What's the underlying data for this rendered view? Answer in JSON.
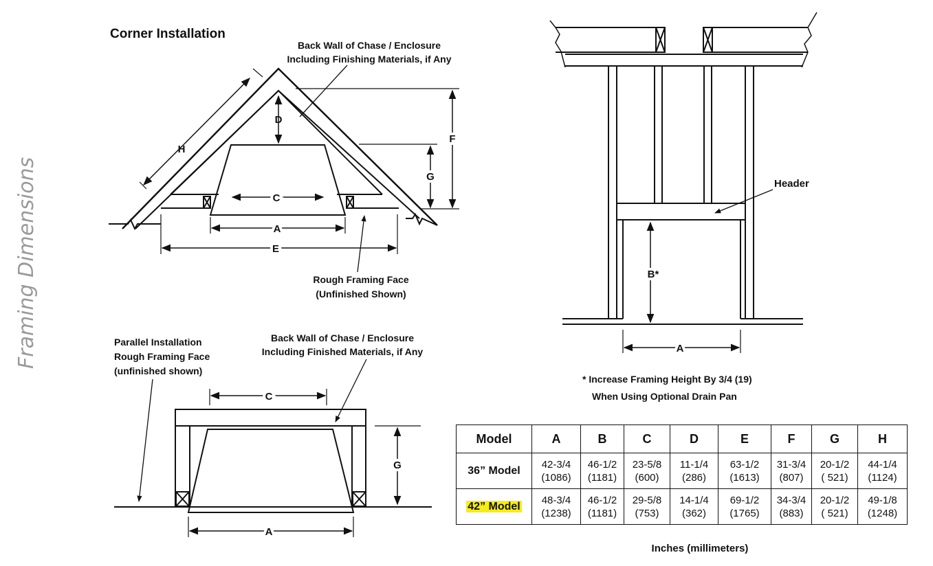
{
  "side_title": "Framing Dimensions",
  "corner": {
    "title": "Corner Installation",
    "back_wall_line1": "Back Wall of Chase / Enclosure",
    "back_wall_line2": "Including Finishing Materials, if Any",
    "rough_line1": "Rough Framing Face",
    "rough_line2": "(Unfinished Shown)",
    "dims": {
      "h": "H",
      "d": "D",
      "c": "C",
      "a": "A",
      "e": "E",
      "f": "F",
      "g": "G"
    }
  },
  "parallel": {
    "label_line1": "Parallel Installation",
    "label_line2": "Rough Framing Face",
    "label_line3": "(unfinished shown)",
    "back_wall_line1": "Back Wall of Chase / Enclosure",
    "back_wall_line2": "Including Finished Materials, if Any",
    "dims": {
      "c": "C",
      "g": "G",
      "a": "A"
    }
  },
  "front": {
    "header_label": "Header",
    "dims": {
      "b": "B*",
      "a": "A"
    },
    "note_line1": "* Increase Framing Height By 3/4 (19)",
    "note_line2": "When Using Optional Drain Pan"
  },
  "table": {
    "headers": [
      "Model",
      "A",
      "B",
      "C",
      "D",
      "E",
      "F",
      "G",
      "H"
    ],
    "rows": [
      {
        "model": "36” Model",
        "highlight": false,
        "cells": [
          [
            "42-3/4",
            "(1086)"
          ],
          [
            "46-1/2",
            "(1181)"
          ],
          [
            "23-5/8",
            "(600)"
          ],
          [
            "11-1/4",
            "(286)"
          ],
          [
            "63-1/2",
            "(1613)"
          ],
          [
            "31-3/4",
            "(807)"
          ],
          [
            "20-1/2",
            "( 521)"
          ],
          [
            "44-1/4",
            "(1124)"
          ]
        ]
      },
      {
        "model": "42” Model",
        "highlight": true,
        "cells": [
          [
            "48-3/4",
            "(1238)"
          ],
          [
            "46-1/2",
            "(1181)"
          ],
          [
            "29-5/8",
            "(753)"
          ],
          [
            "14-1/4",
            "(362)"
          ],
          [
            "69-1/2",
            "(1765)"
          ],
          [
            "34-3/4",
            "(883)"
          ],
          [
            "20-1/2",
            "( 521)"
          ],
          [
            "49-1/8",
            "(1248)"
          ]
        ]
      }
    ],
    "caption": "Inches (millimeters)"
  },
  "colors": {
    "highlight": "#f5ec1e",
    "side_title": "#9a9a9a",
    "ink": "#111111"
  }
}
